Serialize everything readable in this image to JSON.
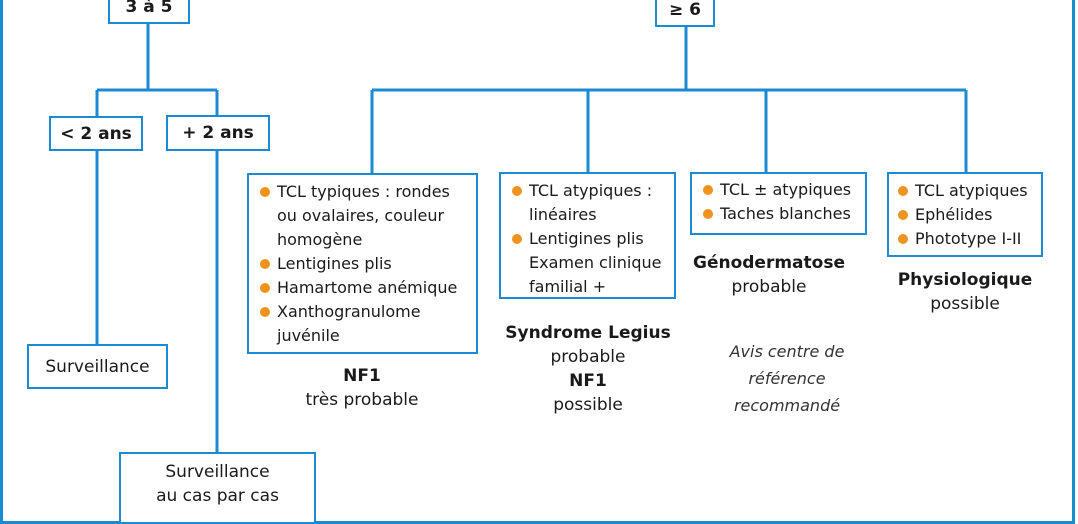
{
  "colors": {
    "accent": "#1a8ad4",
    "bullet": "#f0921e"
  },
  "top_boxes": {
    "left": "3 à 5",
    "right": "≥ 6"
  },
  "age_boxes": {
    "lt2": "< 2 ans",
    "gt2": "+ 2 ans"
  },
  "outcomes": {
    "surveillance": "Surveillance",
    "case_by_case_1": "Surveillance",
    "case_by_case_2": "au cas par cas"
  },
  "nf1": {
    "items": [
      "TCL typiques : rondes",
      "ou ovalaires, couleur",
      "homogène",
      "Lentigines plis",
      "Hamartome anémique",
      "Xanthogranulome",
      "juvénile"
    ],
    "diagnosis": "NF1",
    "likelihood": "très probable"
  },
  "legius": {
    "items": [
      "TCL atypiques :",
      "linéaires",
      "Lentigines plis",
      "Examen clinique",
      "familial +"
    ],
    "diagnosis": "Syndrome Legius",
    "likelihood": "probable",
    "diagnosis2": "NF1",
    "likelihood2": "possible"
  },
  "genodermatose": {
    "items": [
      "TCL ± atypiques",
      "Taches blanches"
    ],
    "diagnosis": "Génodermatose",
    "likelihood": "probable",
    "note": [
      "Avis centre de",
      "référence",
      "recommandé"
    ]
  },
  "physiologique": {
    "items": [
      "TCL atypiques",
      "Ephélides",
      "Phototype I-II"
    ],
    "diagnosis": "Physiologique",
    "likelihood": "possible"
  }
}
